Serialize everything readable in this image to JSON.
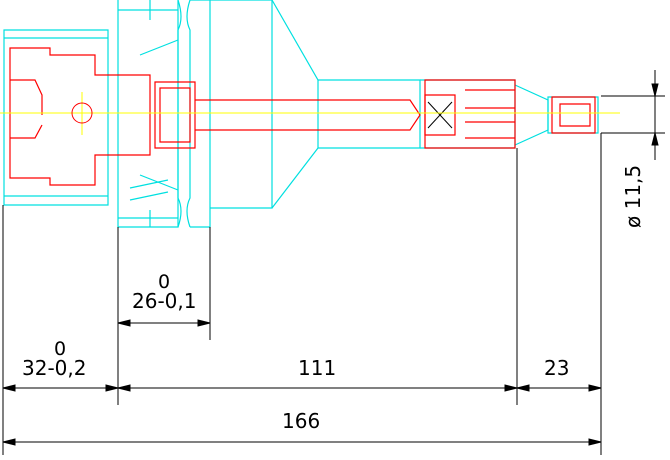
{
  "colors": {
    "body_outline": "#00e0e0",
    "part_outline": "#ff0000",
    "axis_line": "#ffff00",
    "dimension": "#000000",
    "background": "#ffffff"
  },
  "dimensions": {
    "d26": {
      "upper": "0",
      "lower": "26-0,1"
    },
    "d32": {
      "upper": "0",
      "lower": "32-0,2"
    },
    "d111": "111",
    "d23": "23",
    "d166": "166",
    "dia": "ø 11,5"
  }
}
